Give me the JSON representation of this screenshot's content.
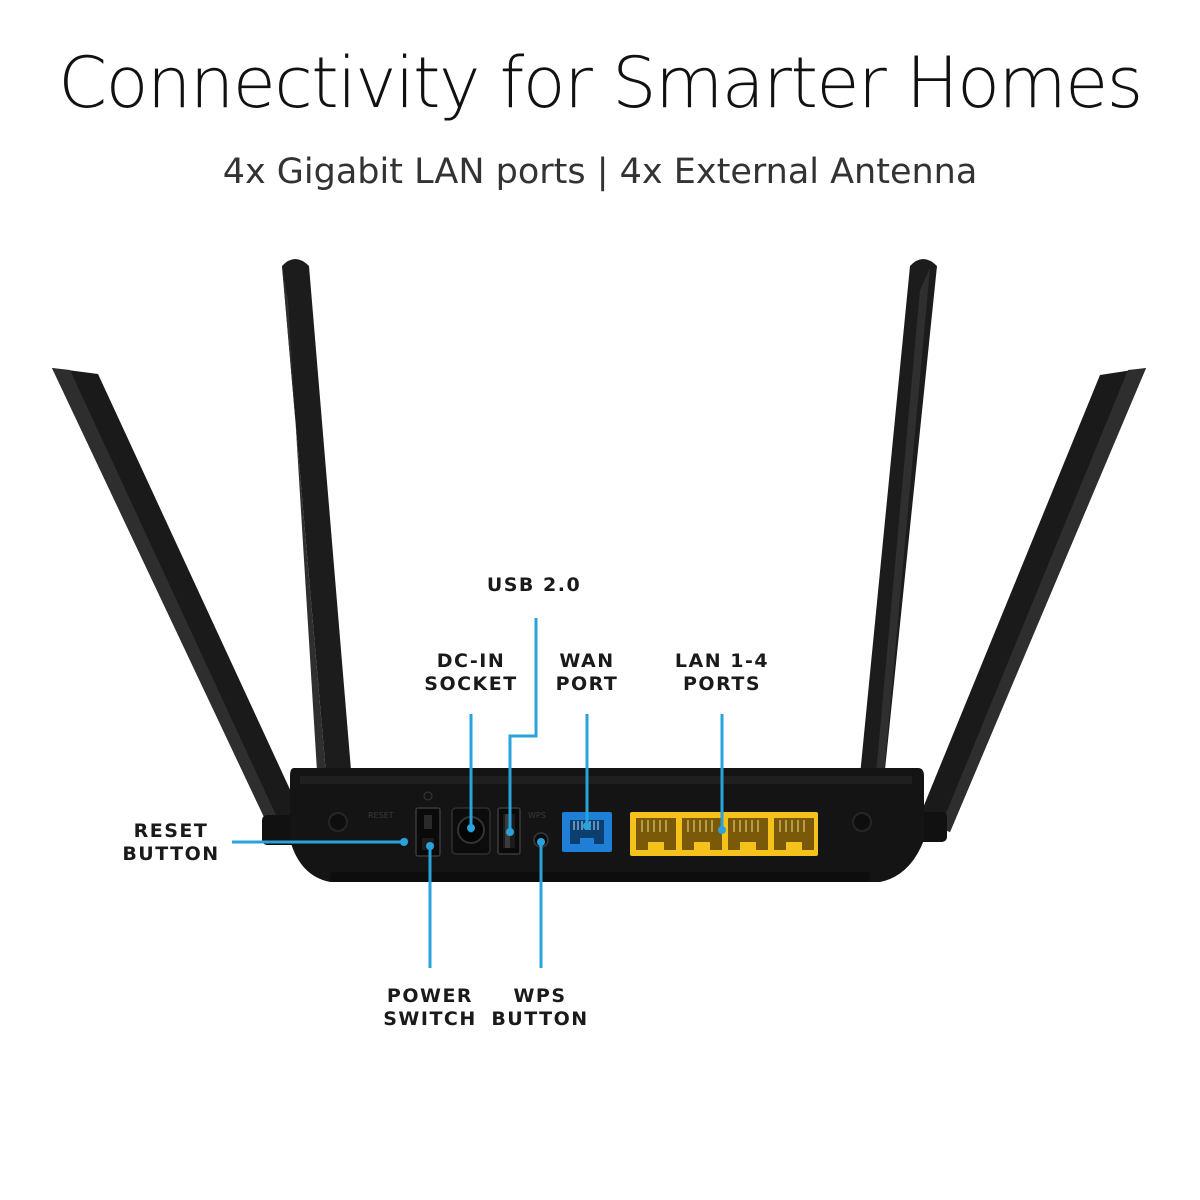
{
  "header": {
    "title": "Connectivity for Smarter Homes",
    "subtitle": "4x Gigabit LAN ports | 4x External Antenna"
  },
  "callouts": {
    "usb": [
      "USB 2.0"
    ],
    "dc_in": [
      "DC-IN",
      "SOCKET"
    ],
    "wan": [
      "WAN",
      "PORT"
    ],
    "lan": [
      "LAN 1-4",
      "PORTS"
    ],
    "reset": [
      "RESET",
      "BUTTON"
    ],
    "power": [
      "POWER",
      "SWITCH"
    ],
    "wps": [
      "WPS",
      "BUTTON"
    ]
  },
  "colors": {
    "accent_line": "#2aa3dd",
    "wan_port": "#1f7fd6",
    "lan_ports": "#f4c21a",
    "router_body": "#141414"
  },
  "device": {
    "panel_marks": [
      "RESET",
      "WPS"
    ]
  }
}
